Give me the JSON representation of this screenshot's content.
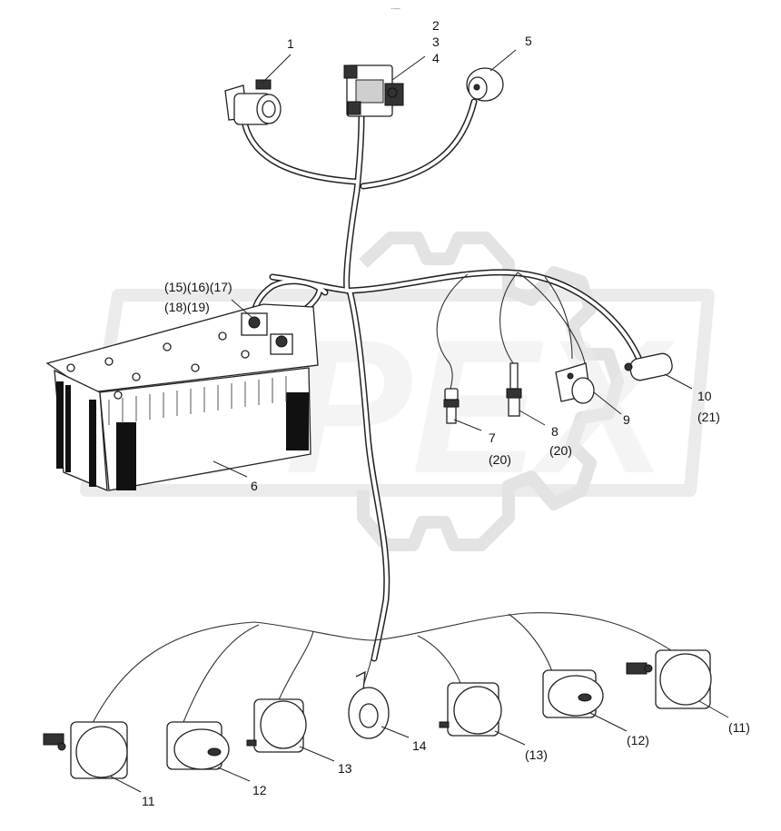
{
  "watermark": {
    "text": "OPEX"
  },
  "top_mark": "·—",
  "callouts": [
    {
      "id": "c1",
      "text": "1"
    },
    {
      "id": "c2",
      "text": "2"
    },
    {
      "id": "c3",
      "text": "3"
    },
    {
      "id": "c4",
      "text": "4"
    },
    {
      "id": "c5",
      "text": "5"
    },
    {
      "id": "c15",
      "text": "(15)(16)(17)"
    },
    {
      "id": "c18",
      "text": "(18)(19)"
    },
    {
      "id": "c6",
      "text": "6"
    },
    {
      "id": "c7",
      "text": "7"
    },
    {
      "id": "c20a",
      "text": "(20)"
    },
    {
      "id": "c8",
      "text": "8"
    },
    {
      "id": "c20b",
      "text": "(20)"
    },
    {
      "id": "c9",
      "text": "9"
    },
    {
      "id": "c10",
      "text": "10"
    },
    {
      "id": "c21",
      "text": "(21)"
    },
    {
      "id": "c11a",
      "text": "11"
    },
    {
      "id": "c12a",
      "text": "12"
    },
    {
      "id": "c13a",
      "text": "13"
    },
    {
      "id": "c14",
      "text": "14"
    },
    {
      "id": "c13b",
      "text": "(13)"
    },
    {
      "id": "c12b",
      "text": "(12)"
    },
    {
      "id": "c11b",
      "text": "(11)"
    }
  ]
}
